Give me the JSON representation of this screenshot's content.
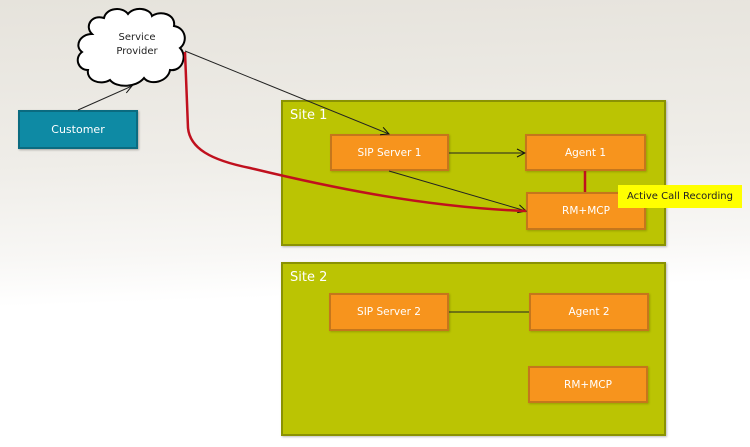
{
  "cloud": {
    "label_line1": "Service",
    "label_line2": "Provider"
  },
  "customer": {
    "label": "Customer"
  },
  "sites": [
    {
      "label": "Site 1",
      "nodes": {
        "sip_server": "SIP Server 1",
        "agent": "Agent 1",
        "rm_mcp": "RM+MCP"
      }
    },
    {
      "label": "Site 2",
      "nodes": {
        "sip_server": "SIP Server 2",
        "agent": "Agent 2",
        "rm_mcp": "RM+MCP"
      }
    }
  ],
  "callout": {
    "label": "Active Call Recording"
  },
  "colors": {
    "site_fill": "#bbc403",
    "node_fill": "#f7941d",
    "customer_fill": "#0e8aa4",
    "recording_path": "#c0101e",
    "callout_fill": "#ffff00"
  },
  "connections": [
    {
      "from": "Customer",
      "to": "Service Provider",
      "type": "arrow"
    },
    {
      "from": "Service Provider",
      "to": "SIP Server 1",
      "type": "arrow"
    },
    {
      "from": "SIP Server 1",
      "to": "Agent 1",
      "type": "arrow"
    },
    {
      "from": "SIP Server 1",
      "to": "RM+MCP (Site 1)",
      "type": "arrow"
    },
    {
      "from": "Service Provider",
      "to": "RM+MCP (Site 1)",
      "type": "recording-path"
    },
    {
      "from": "Agent 1",
      "to": "RM+MCP (Site 1)",
      "type": "recording-path"
    },
    {
      "from": "SIP Server 2",
      "to": "Agent 2",
      "type": "line"
    }
  ]
}
